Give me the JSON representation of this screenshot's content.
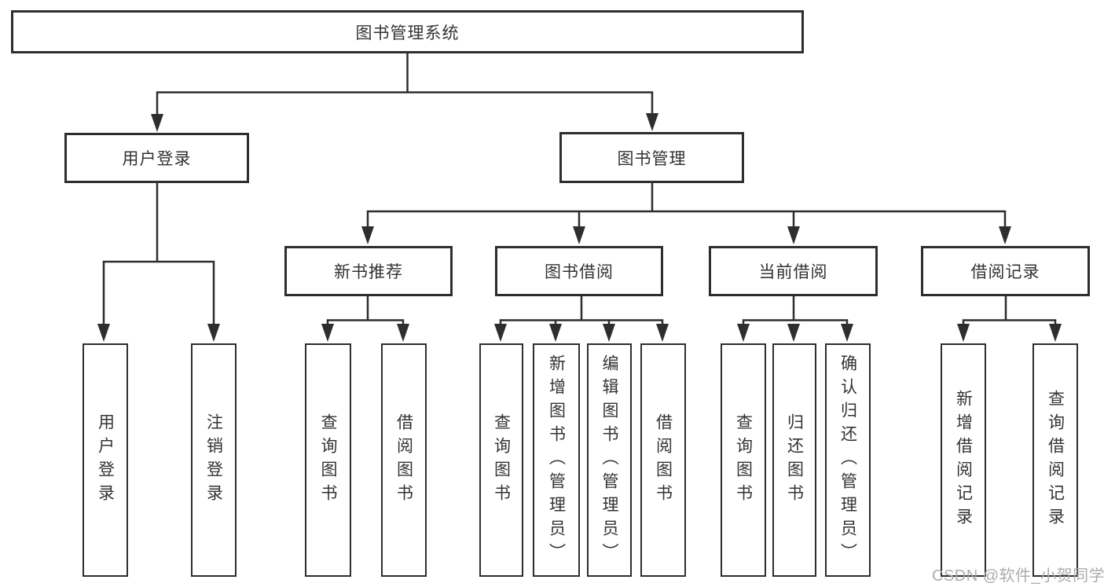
{
  "nodes": {
    "root": "图书管理系统",
    "user_login": "用户登录",
    "book_mgmt": "图书管理",
    "new_book_rec": "新书推荐",
    "book_borrow": "图书借阅",
    "current_borrow": "当前借阅",
    "borrow_record": "借阅记录",
    "login": "用户登录",
    "logout": "注销登录",
    "rec_query_book": "查询图书",
    "rec_borrow_book": "借阅图书",
    "bb_query_book": "查询图书",
    "bb_add_book": "新增图书（管理员）",
    "bb_edit_book": "编辑图书（管理员）",
    "bb_borrow_book": "借阅图书",
    "cb_query_book": "查询图书",
    "cb_return_book": "归还图书",
    "cb_confirm_return": "确认归还（管理员）",
    "br_add_record": "新增借阅记录",
    "br_query_record": "查询借阅记录"
  },
  "hierarchy": {
    "root": "图书管理系统",
    "children": [
      {
        "label": "用户登录",
        "children": [
          "用户登录",
          "注销登录"
        ]
      },
      {
        "label": "图书管理",
        "children": [
          {
            "label": "新书推荐",
            "children": [
              "查询图书",
              "借阅图书"
            ]
          },
          {
            "label": "图书借阅",
            "children": [
              "查询图书",
              "新增图书（管理员）",
              "编辑图书（管理员）",
              "借阅图书"
            ]
          },
          {
            "label": "当前借阅",
            "children": [
              "查询图书",
              "归还图书",
              "确认归还（管理员）"
            ]
          },
          {
            "label": "借阅记录",
            "children": [
              "新增借阅记录",
              "查询借阅记录"
            ]
          }
        ]
      }
    ]
  },
  "watermark": {
    "text": "CSDN @软件_小贺同学",
    "color": "#a9adb2"
  },
  "colors": {
    "line": "#2e2e2e",
    "box_border": "#2e2e2e",
    "text": "#333333",
    "background": "#ffffff"
  }
}
